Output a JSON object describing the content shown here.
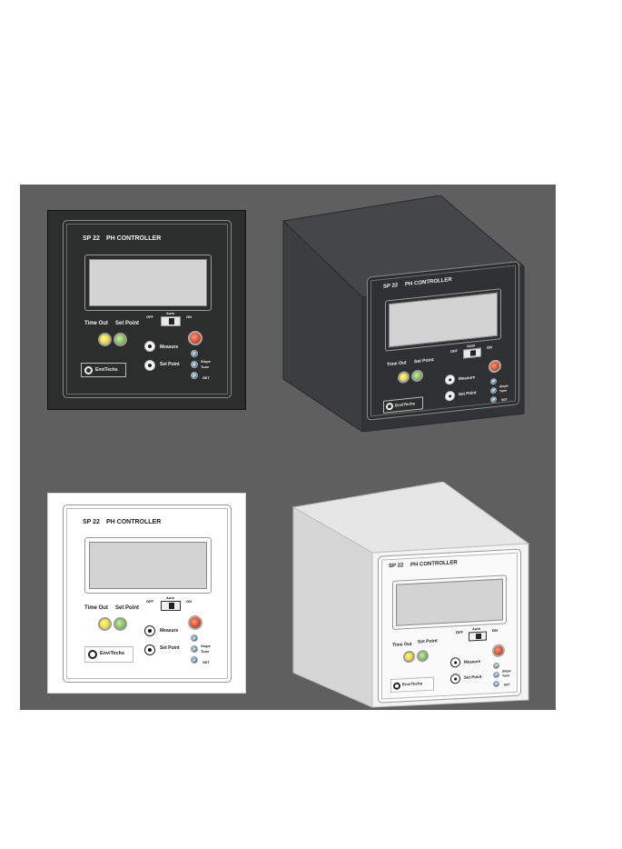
{
  "controller": {
    "model": "SP 22",
    "title": "PH CONTROLLER",
    "time_out": "Time Out",
    "set_point": "Set Point",
    "off": "OFF",
    "on": "ON",
    "auto": "Auto",
    "measure": "Measure",
    "set_point_button": "Set Point",
    "slope": "Slope",
    "tune": "Tune",
    "set": "SET",
    "brand": "EnviTechs"
  },
  "colors": {
    "background": "#5f5f5f",
    "dark_panel": "#2c2d2d",
    "light_panel": "#ffffff",
    "lcd": "#d2d3d2",
    "led_yellow": "#e4d634",
    "led_green": "#7fbf55",
    "led_red": "#d2492d"
  },
  "icons": [
    "logo-mark-icon",
    "knob-icon"
  ]
}
